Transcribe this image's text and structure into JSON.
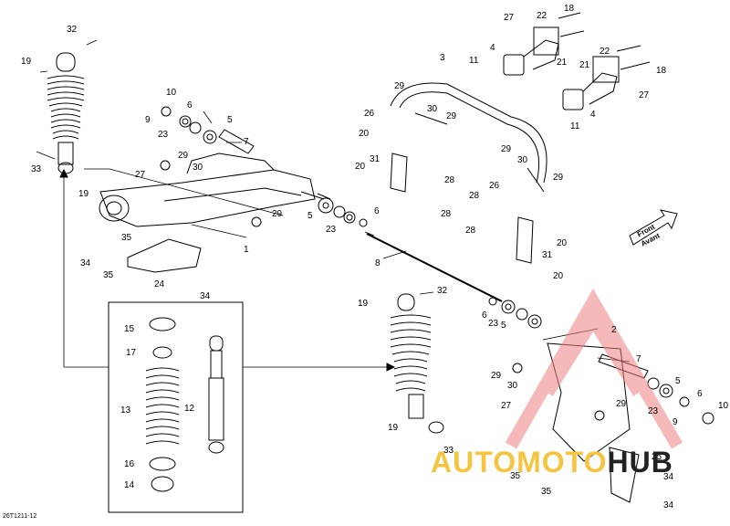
{
  "diagram_code": "26T1211-12",
  "front_label": {
    "line1": "Front",
    "line2": "Avant"
  },
  "watermark": {
    "part1": "AUTO",
    "part2": "MOTO",
    "part3": "HUB"
  },
  "labels": {
    "r1": "1",
    "r2": "2",
    "r3": "3",
    "r4a": "4",
    "r4b": "4",
    "r5a": "5",
    "r5b": "5",
    "r5c": "5",
    "r5d": "5",
    "r6a": "6",
    "r6b": "6",
    "r6c": "6",
    "r6d": "6",
    "r7a": "7",
    "r7b": "7",
    "r8": "8",
    "r9a": "9",
    "r9b": "9",
    "r10a": "10",
    "r10b": "10",
    "r11a": "11",
    "r11b": "11",
    "r12": "12",
    "r13": "13",
    "r14": "14",
    "r15": "15",
    "r16": "16",
    "r17": "17",
    "r18a": "18",
    "r18b": "18",
    "r19a": "19",
    "r19b": "19",
    "r19c": "19",
    "r19d": "19",
    "r20a": "20",
    "r20b": "20",
    "r20c": "20",
    "r20d": "20",
    "r21a": "21",
    "r21b": "21",
    "r22a": "22",
    "r22b": "22",
    "r23a": "23",
    "r23b": "23",
    "r23c": "23",
    "r23d": "23",
    "r24": "24",
    "r25": "25",
    "r26a": "26",
    "r26b": "26",
    "r27a": "27",
    "r27b": "27",
    "r27c": "27",
    "r27d": "27",
    "r28a": "28",
    "r28b": "28",
    "r28c": "28",
    "r28d": "28",
    "r29a": "29",
    "r29b": "29",
    "r29c": "29",
    "r29d": "29",
    "r29e": "29",
    "r29f": "29",
    "r29g": "29",
    "r30a": "30",
    "r30b": "30",
    "r30c": "30",
    "r30d": "30",
    "r31a": "31",
    "r31b": "31",
    "r32a": "32",
    "r32b": "32",
    "r33a": "33",
    "r33b": "33",
    "r34a": "34",
    "r34b": "34",
    "r34c": "34",
    "r34d": "34",
    "r35a": "35",
    "r35b": "35",
    "r35c": "35",
    "r35d": "35"
  }
}
